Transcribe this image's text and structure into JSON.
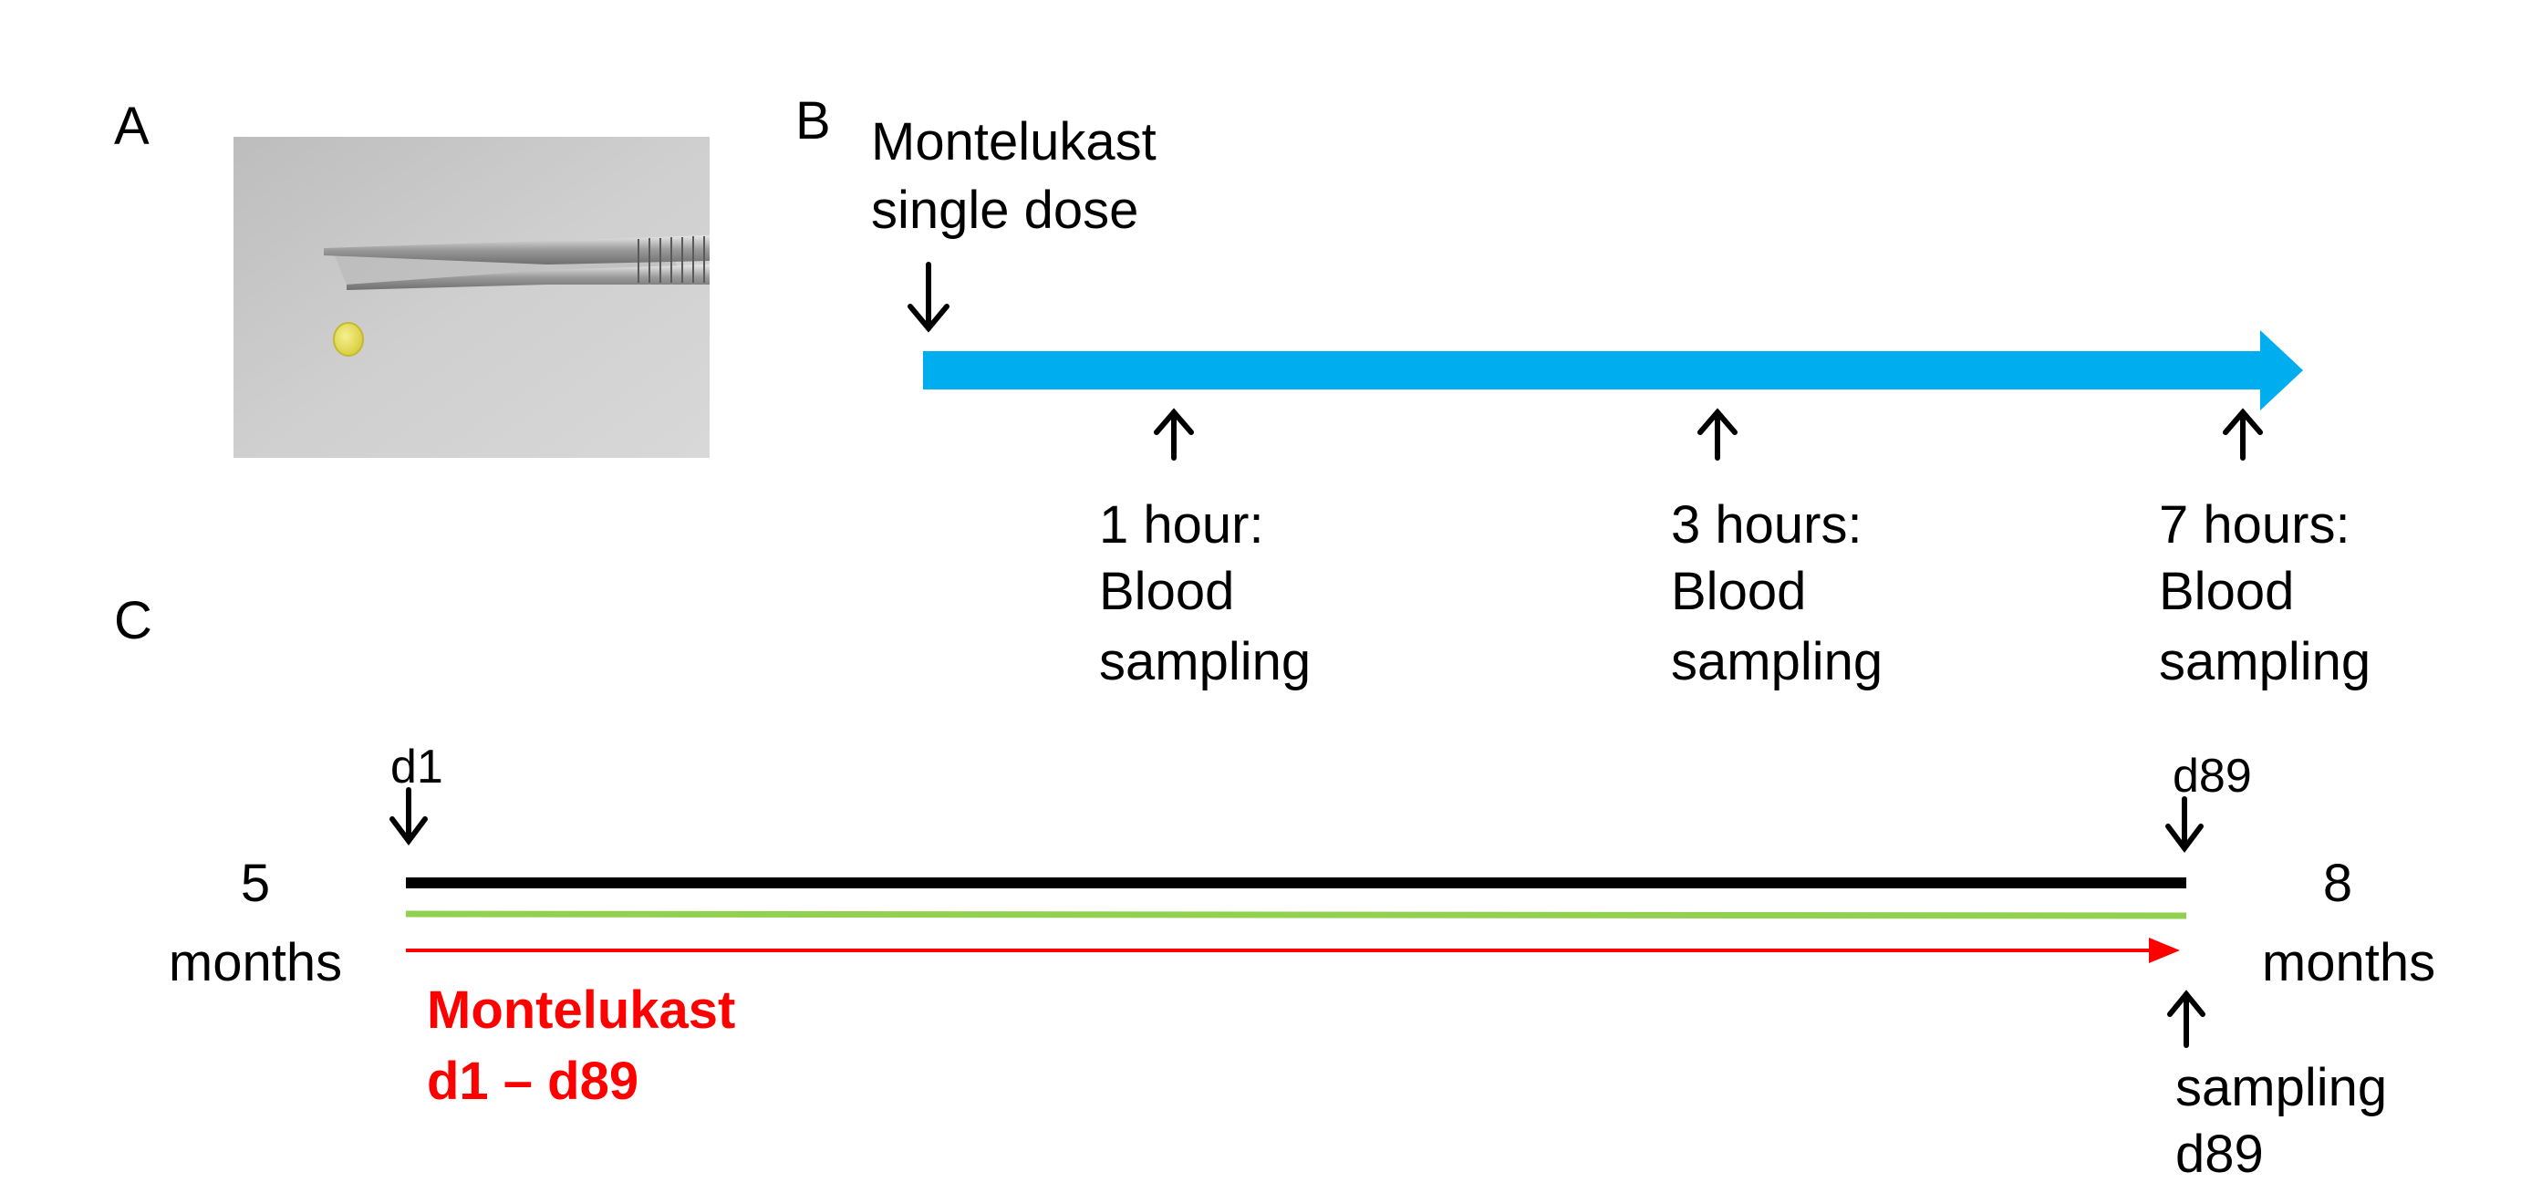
{
  "panels": {
    "a": {
      "label": "A"
    },
    "b": {
      "label": "B",
      "dose_line1": "Montelukast",
      "dose_line2": "single dose",
      "samples": [
        {
          "line1": "1 hour:",
          "line2": "Blood",
          "line3": "sampling"
        },
        {
          "line1": "3 hours:",
          "line2": "Blood",
          "line3": "sampling"
        },
        {
          "line1": "7 hours:",
          "line2": "Blood",
          "line3": "sampling"
        }
      ]
    },
    "c": {
      "label": "C",
      "start_label": "d1",
      "end_label": "d89",
      "start_age_line1": "5",
      "start_age_line2": "months",
      "end_age_line1": "8",
      "end_age_line2": "months",
      "treatment_line1": "Montelukast",
      "treatment_line2": "d1 – d89",
      "sampling_line1": "sampling",
      "sampling_line2": "d89"
    }
  },
  "colors": {
    "timeline_blue": "#00AEEF",
    "treatment_red": "#FF0000",
    "green_line": "#92D050",
    "black": "#000000",
    "photo_background": "#C9C9C9",
    "pellet": "#E8E060"
  }
}
